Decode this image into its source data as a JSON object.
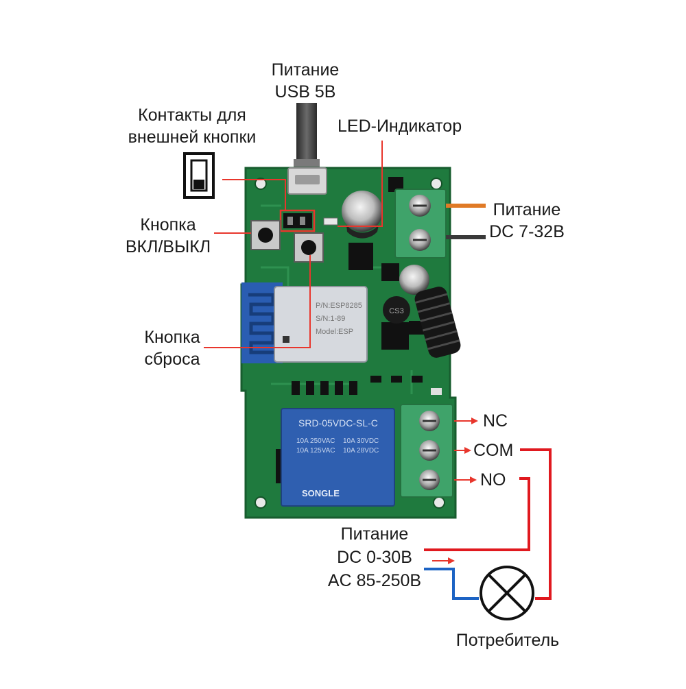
{
  "labels": {
    "usb_power": [
      "Питание",
      "USB 5В"
    ],
    "ext_button_contacts": [
      "Контакты для",
      "внешней кнопки"
    ],
    "led_indicator": "LED-Индикатор",
    "onoff_button": [
      "Кнопка",
      "ВКЛ/ВЫКЛ"
    ],
    "dc_power": [
      "Питание",
      "DC 7-32В"
    ],
    "reset_button": [
      "Кнопка",
      "сброса"
    ],
    "nc": "NC",
    "com": "COM",
    "no": "NO",
    "load_power": [
      "Питание",
      "DC 0-30В",
      "AC 85-250В"
    ],
    "consumer": "Потребитель"
  },
  "pcb_markings": {
    "relay_model": "SRD-05VDC-SL-C",
    "relay_brand": "SONGLE",
    "relay_ratings": [
      "10A 250VAC",
      "10A 125VAC",
      "10A 30VDC",
      "10A 28VDC"
    ],
    "module_lines": [
      "P/N:ESP8285",
      "S/N:1-89",
      "Model:ESP"
    ],
    "inductor_code": "CS3"
  },
  "colors": {
    "pcb": "#1f7a3e",
    "relay": "#2f5fb0",
    "terminal": "#3fa36a",
    "leader": "#e8362c",
    "blue_wire": "#1c63c4",
    "red_wire": "#e0191f"
  }
}
